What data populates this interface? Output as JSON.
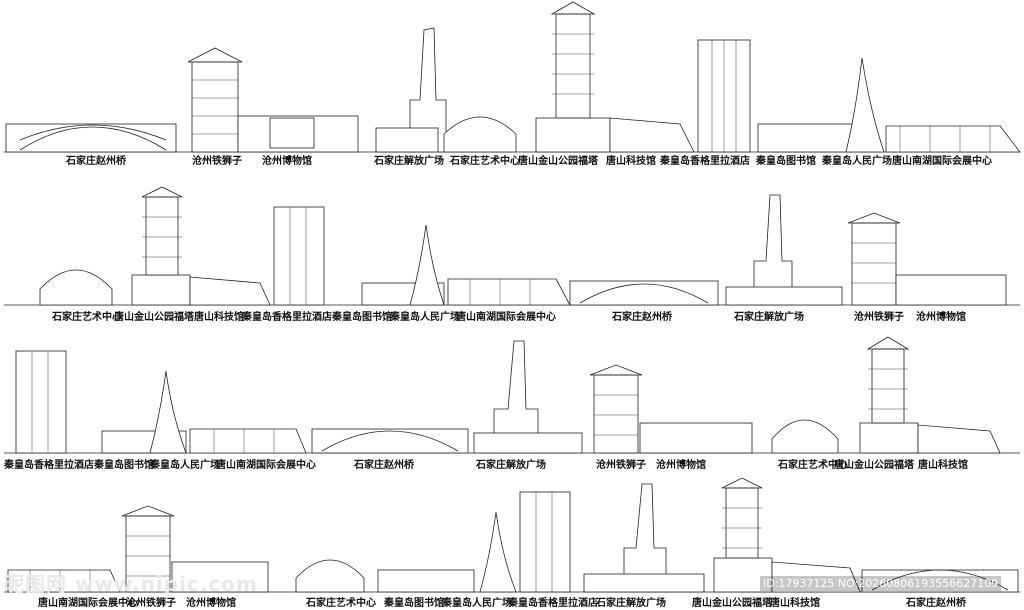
{
  "rows": [
    {
      "labels": [
        "石家庄赵州桥",
        "沧州铁狮子",
        "沧州博物馆",
        "石家庄解放广场",
        "石家庄艺术中心",
        "唐山金山公园福塔",
        "唐山科技馆",
        "秦皇岛香格里拉酒店",
        "秦皇岛图书馆",
        "秦皇岛人民广场",
        "唐山南湖国际会展中心"
      ]
    },
    {
      "labels": [
        "石家庄艺术中心",
        "唐山金山公园福塔",
        "唐山科技馆",
        "秦皇岛香格里拉酒店",
        "秦皇岛图书馆",
        "秦皇岛人民广场",
        "唐山南湖国际会展中心",
        "石家庄赵州桥",
        "石家庄解放广场",
        "沧州铁狮子",
        "沧州博物馆"
      ]
    },
    {
      "labels": [
        "秦皇岛香格里拉酒店",
        "秦皇岛图书馆",
        "秦皇岛人民广场",
        "唐山南湖国际会展中心",
        "石家庄赵州桥",
        "石家庄解放广场",
        "沧州铁狮子",
        "沧州博物馆",
        "石家庄艺术中心",
        "唐山金山公园福塔",
        "唐山科技馆"
      ]
    },
    {
      "labels": [
        "唐山南湖国际会展中心",
        "沧州铁狮子",
        "沧州博物馆",
        "石家庄艺术中心",
        "秦皇岛图书馆",
        "秦皇岛人民广场",
        "秦皇岛香格里拉酒店",
        "石家庄解放广场",
        "唐山金山公园福塔",
        "唐山科技馆",
        "石家庄赵州桥"
      ]
    }
  ],
  "watermark": {
    "site": "昵图网 www.nipic.com",
    "id_text": "ID:17937125 NO:20260806193556627109"
  }
}
